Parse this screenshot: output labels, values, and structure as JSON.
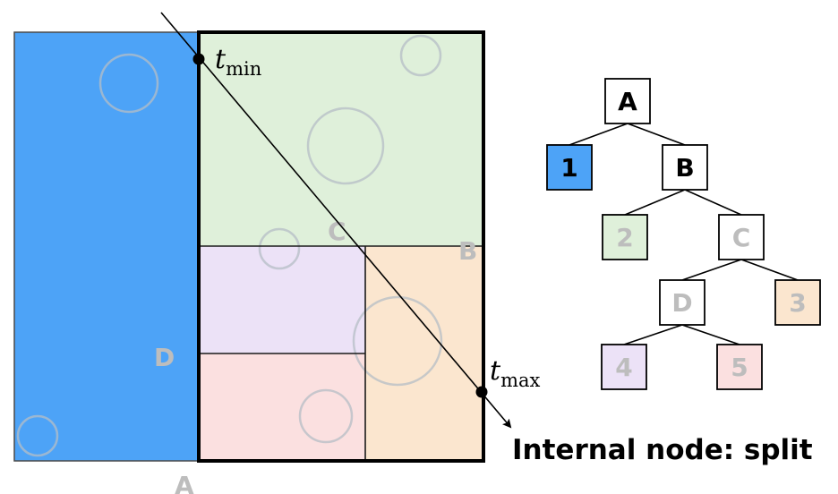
{
  "colors": {
    "region_1": "#4da3f7",
    "region_2": "#dff0da",
    "region_3": "#fbe6cf",
    "region_4": "#ece2f7",
    "region_5": "#fbe0e0",
    "faded_label": "#bdbdbd",
    "faded_circle": "#b5bec6",
    "node_border_active": "#000000",
    "node_border_faded": "#bdbdbd"
  },
  "spatial_labels": {
    "A": "A",
    "B": "B",
    "C": "C",
    "D": "D"
  },
  "ray": {
    "t_min": {
      "base": "t",
      "sub": "min"
    },
    "t_max": {
      "base": "t",
      "sub": "max"
    }
  },
  "tree": {
    "nodes": [
      {
        "id": "A",
        "label": "A",
        "active": true,
        "fill": "#ffffff"
      },
      {
        "id": "n1",
        "label": "1",
        "active": true,
        "fill": "#4da3f7"
      },
      {
        "id": "B",
        "label": "B",
        "active": true,
        "fill": "#ffffff"
      },
      {
        "id": "n2",
        "label": "2",
        "active": false,
        "fill": "#dff0da"
      },
      {
        "id": "C",
        "label": "C",
        "active": false,
        "fill": "#ffffff"
      },
      {
        "id": "D",
        "label": "D",
        "active": false,
        "fill": "#ffffff"
      },
      {
        "id": "n3",
        "label": "3",
        "active": false,
        "fill": "#fbe6cf"
      },
      {
        "id": "n4",
        "label": "4",
        "active": false,
        "fill": "#ece2f7"
      },
      {
        "id": "n5",
        "label": "5",
        "active": false,
        "fill": "#fbe0e0"
      }
    ],
    "edges": [
      [
        "A",
        "n1"
      ],
      [
        "A",
        "B"
      ],
      [
        "B",
        "n2"
      ],
      [
        "B",
        "C"
      ],
      [
        "C",
        "D"
      ],
      [
        "C",
        "n3"
      ],
      [
        "D",
        "n4"
      ],
      [
        "D",
        "n5"
      ]
    ]
  },
  "caption": "Internal node: split"
}
